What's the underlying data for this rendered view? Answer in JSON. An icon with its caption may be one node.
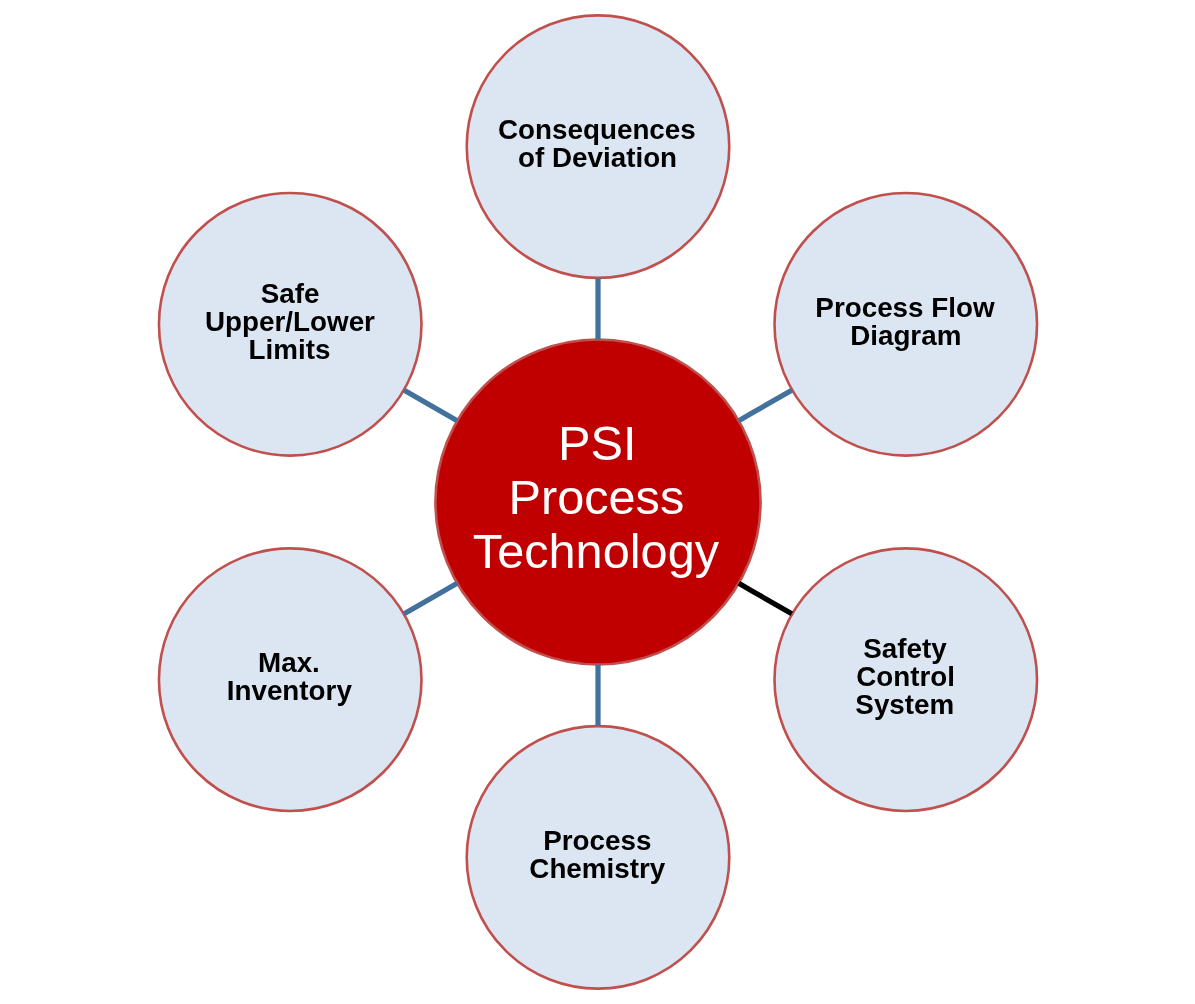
{
  "diagram": {
    "nodes": [
      {
        "text": [
          "PSI Process Technology"
        ]
      },
      {
        "text": [
          "Process Flow Diagram"
        ]
      },
      {
        "text": [
          "Consequences of Deviation"
        ]
      },
      {
        "text": [
          "Safe Upper/Lower Limits"
        ]
      },
      {
        "text": [
          "Max. Inventory"
        ]
      },
      {
        "text": [
          "Process Chemistry"
        ]
      },
      {
        "text": [
          "Safety Control System"
        ]
      }
    ],
    "edges": [
      {
        "from": 0,
        "to": 1,
        "arrow": "none"
      },
      {
        "from": 0,
        "to": 2,
        "arrow": "none"
      },
      {
        "from": 0,
        "to": 3,
        "arrow": "none"
      },
      {
        "from": 0,
        "to": 4,
        "arrow": "none"
      },
      {
        "from": 0,
        "to": 5,
        "arrow": "none"
      },
      {
        "from": 0,
        "to": 6,
        "arrow": "none",
        "color": "#000000"
      }
    ]
  }
}
